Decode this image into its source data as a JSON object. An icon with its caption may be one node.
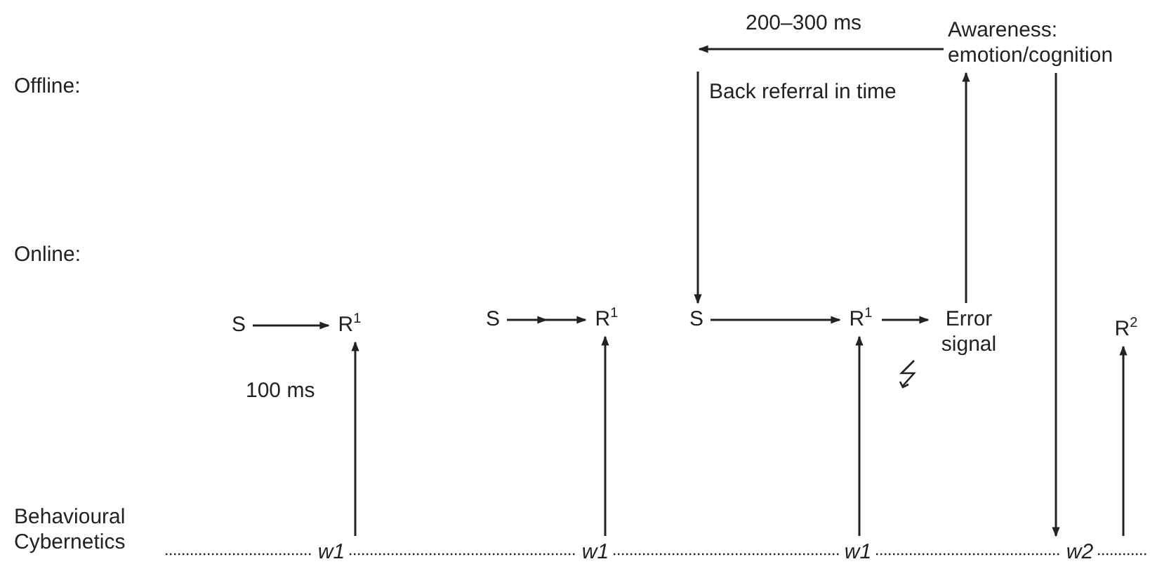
{
  "diagram": {
    "nodes": [
      {
        "text": [
          "S"
        ]
      },
      {
        "text": [
          "R$^{1}$"
        ]
      },
      {
        "text": [
          "S"
        ]
      },
      {
        "text": [
          "R$^{1}$"
        ]
      },
      {
        "text": [
          "S"
        ]
      },
      {
        "text": [
          "R$^{1}$"
        ]
      },
      {
        "text": [
          "Error signal"
        ]
      },
      {
        "text": [
          "R$^{2}$"
        ]
      },
      {
        "text": [
          "w1"
        ]
      },
      {
        "text": [
          "w1"
        ]
      },
      {
        "text": [
          "w1"
        ]
      },
      {
        "text": [
          "w2"
        ]
      },
      {
        "text": [
          "Awareness: emotion/cognition"
        ]
      }
    ],
    "edges": [
      {
        "from": 0,
        "to": 1,
        "arrow": "to"
      },
      {
        "from": 2,
        "to": 3,
        "arrow": "to"
      },
      {
        "from": 4,
        "to": 5,
        "arrow": "to"
      },
      {
        "from": 5,
        "to": 6,
        "arrow": "to"
      },
      {
        "from": 8,
        "to": 1,
        "arrow": "to",
        "label": "100 ms"
      },
      {
        "from": 9,
        "to": 3,
        "arrow": "to"
      },
      {
        "from": 10,
        "to": 5,
        "arrow": "to"
      },
      {
        "from": 6,
        "to": 12,
        "arrow": "to"
      },
      {
        "from": 12,
        "to": 11,
        "arrow": "to"
      },
      {
        "from": 11,
        "to": 7,
        "arrow": "to"
      },
      {
        "from": 12,
        "to": null,
        "arrow": "to",
        "label": "200–300 ms"
      },
      {
        "from": null,
        "to": 4,
        "arrow": "to",
        "label": "Back referral in time"
      },
      {
        "from": null,
        "to": 8,
        "arrow": "none",
        "style": "dashed"
      },
      {
        "from": 8,
        "to": 9,
        "arrow": "none",
        "style": "dashed"
      },
      {
        "from": 9,
        "to": 10,
        "arrow": "none",
        "style": "dashed"
      },
      {
        "from": 10,
        "to": 11,
        "arrow": "none",
        "style": "dashed"
      },
      {
        "from": 11,
        "to": null,
        "arrow": "none",
        "style": "dashed"
      }
    ],
    "labels": [
      "Offline:",
      "Online:",
      "Behavioural Cybernetics"
    ]
  }
}
